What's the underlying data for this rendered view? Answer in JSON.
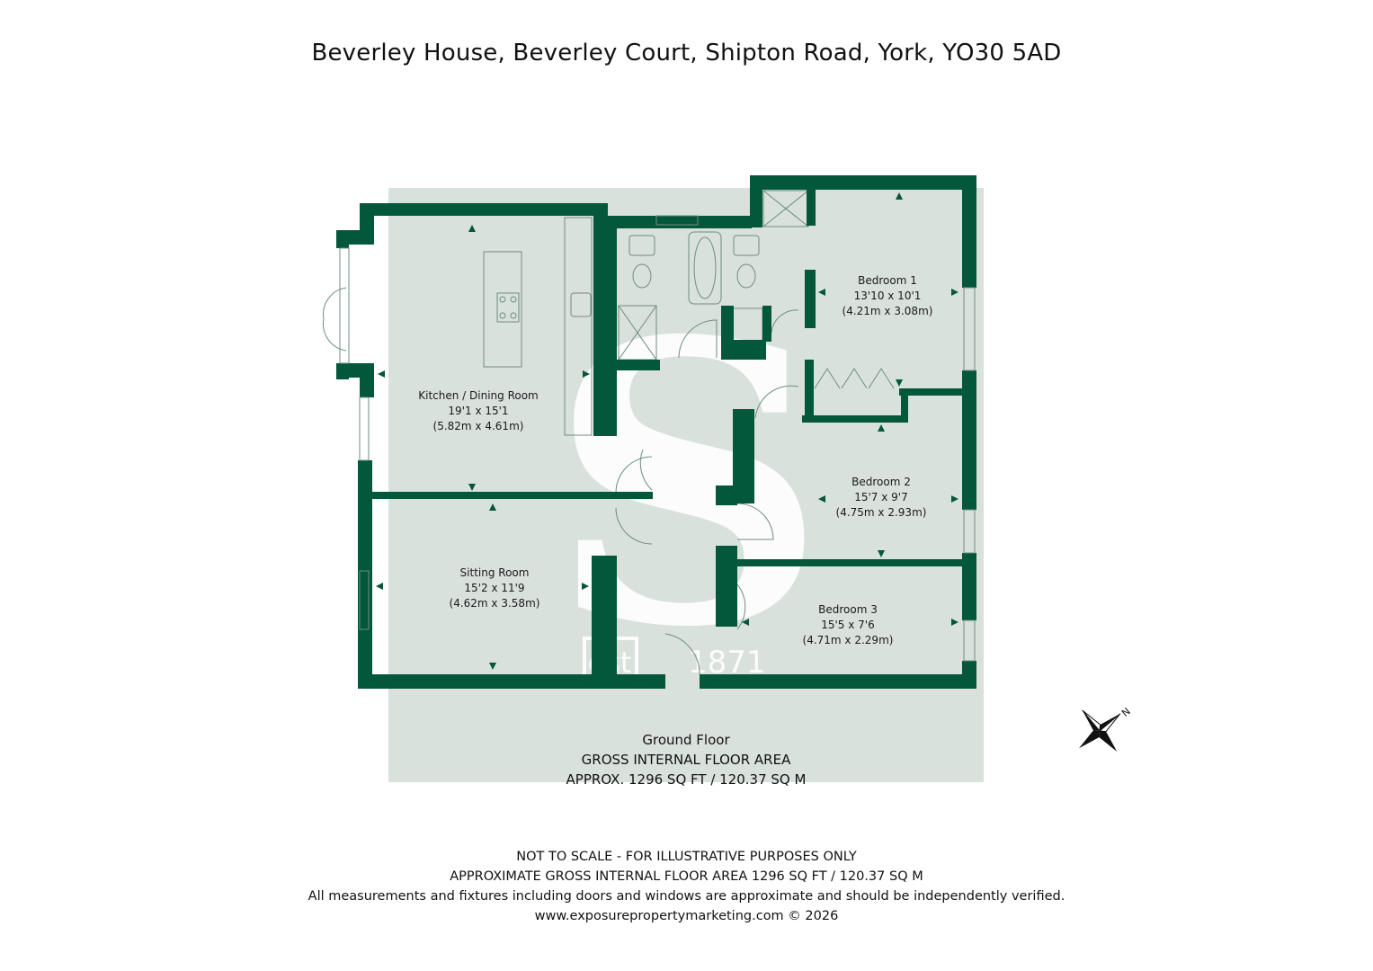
{
  "title": "Beverley House, Beverley Court, Shipton Road, York, YO30 5AD",
  "colors": {
    "wall": "#03573a",
    "floor_bg": "#d9e1dd",
    "fixture_line": "#6f8c80",
    "watermark": "#ffffff"
  },
  "rooms": [
    {
      "name": "Kitchen / Dining Room",
      "imperial": "19'1 x 15'1",
      "metric": "(5.82m x 4.61m)"
    },
    {
      "name": "Sitting Room",
      "imperial": "15'2 x 11'9",
      "metric": "(4.62m x 3.58m)"
    },
    {
      "name": "Bedroom 1",
      "imperial": "13'10 x 10'1",
      "metric": "(4.21m x 3.08m)"
    },
    {
      "name": "Bedroom 2",
      "imperial": "15'7 x 9'7",
      "metric": "(4.75m x 2.93m)"
    },
    {
      "name": "Bedroom 3",
      "imperial": "15'5 x 7'6",
      "metric": "(4.71m x 2.29m)"
    }
  ],
  "floor": {
    "name": "Ground Floor",
    "area_label": "GROSS INTERNAL FLOOR AREA",
    "area_value": "APPROX. 1296 SQ FT / 120.37 SQ M"
  },
  "watermark": {
    "letter": "S",
    "text_left": "est",
    "text_right": "1871"
  },
  "compass": {
    "icon": "north-arrow-icon",
    "label": "N"
  },
  "footer": {
    "line1": "NOT TO SCALE - FOR ILLUSTRATIVE PURPOSES ONLY",
    "line2": "APPROXIMATE GROSS INTERNAL FLOOR AREA 1296 SQ FT / 120.37 SQ M",
    "line3": "All measurements and fixtures including doors and windows are approximate and should be independently verified.",
    "line4": "www.exposurepropertymarketing.com © 2026"
  }
}
